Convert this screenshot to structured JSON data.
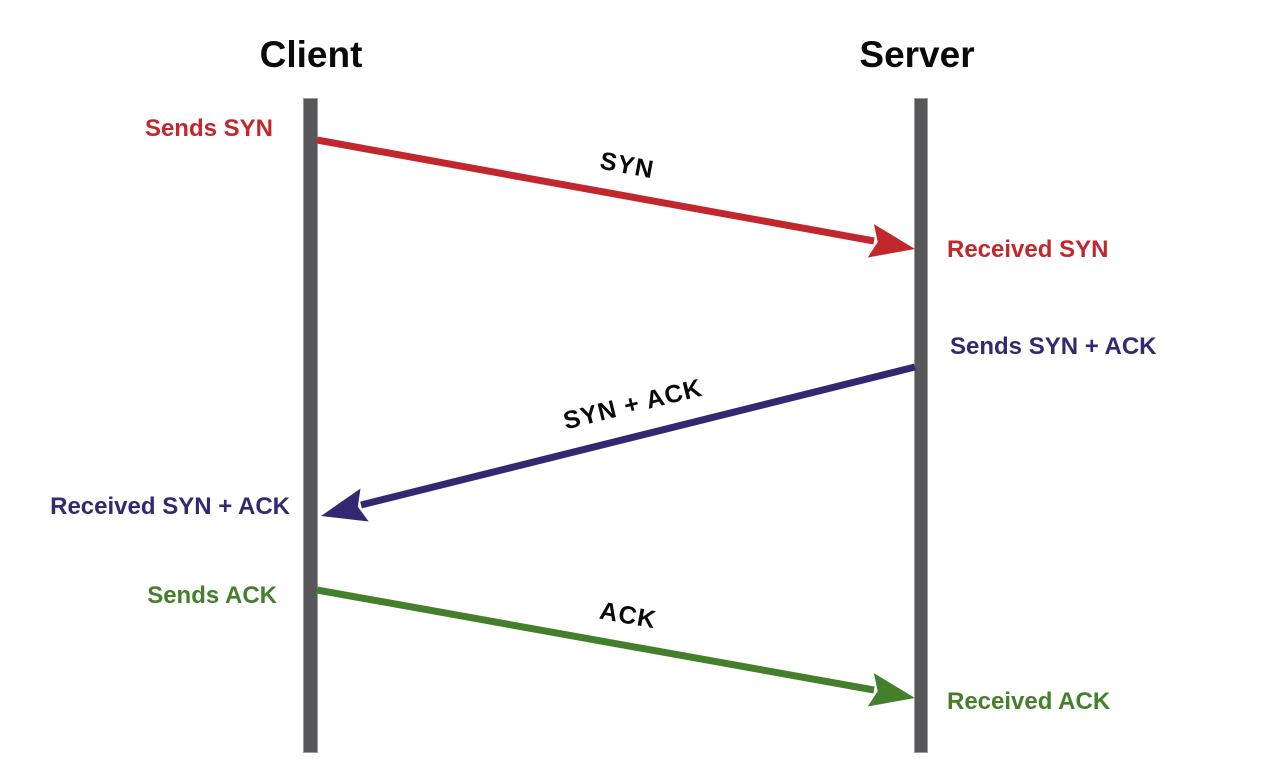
{
  "colors": {
    "syn": "#c1272d",
    "synack": "#312a72",
    "ack": "#447f2c",
    "lifeline": "#57575a"
  },
  "diagram": {
    "type": "sequence",
    "participants": [
      {
        "name": "Client"
      },
      {
        "name": "Server"
      }
    ],
    "messages": [
      {
        "label": "SYN",
        "from": "Client",
        "to": "Server",
        "send_note": "Sends SYN",
        "receive_note": "Received SYN",
        "color": "#c1272d"
      },
      {
        "label": "SYN + ACK",
        "from": "Server",
        "to": "Client",
        "send_note": "Sends SYN + ACK",
        "receive_note": "Received SYN + ACK",
        "color": "#312a72"
      },
      {
        "label": "ACK",
        "from": "Client",
        "to": "Server",
        "send_note": "Sends ACK",
        "receive_note": "Received ACK",
        "color": "#447f2c"
      }
    ]
  }
}
